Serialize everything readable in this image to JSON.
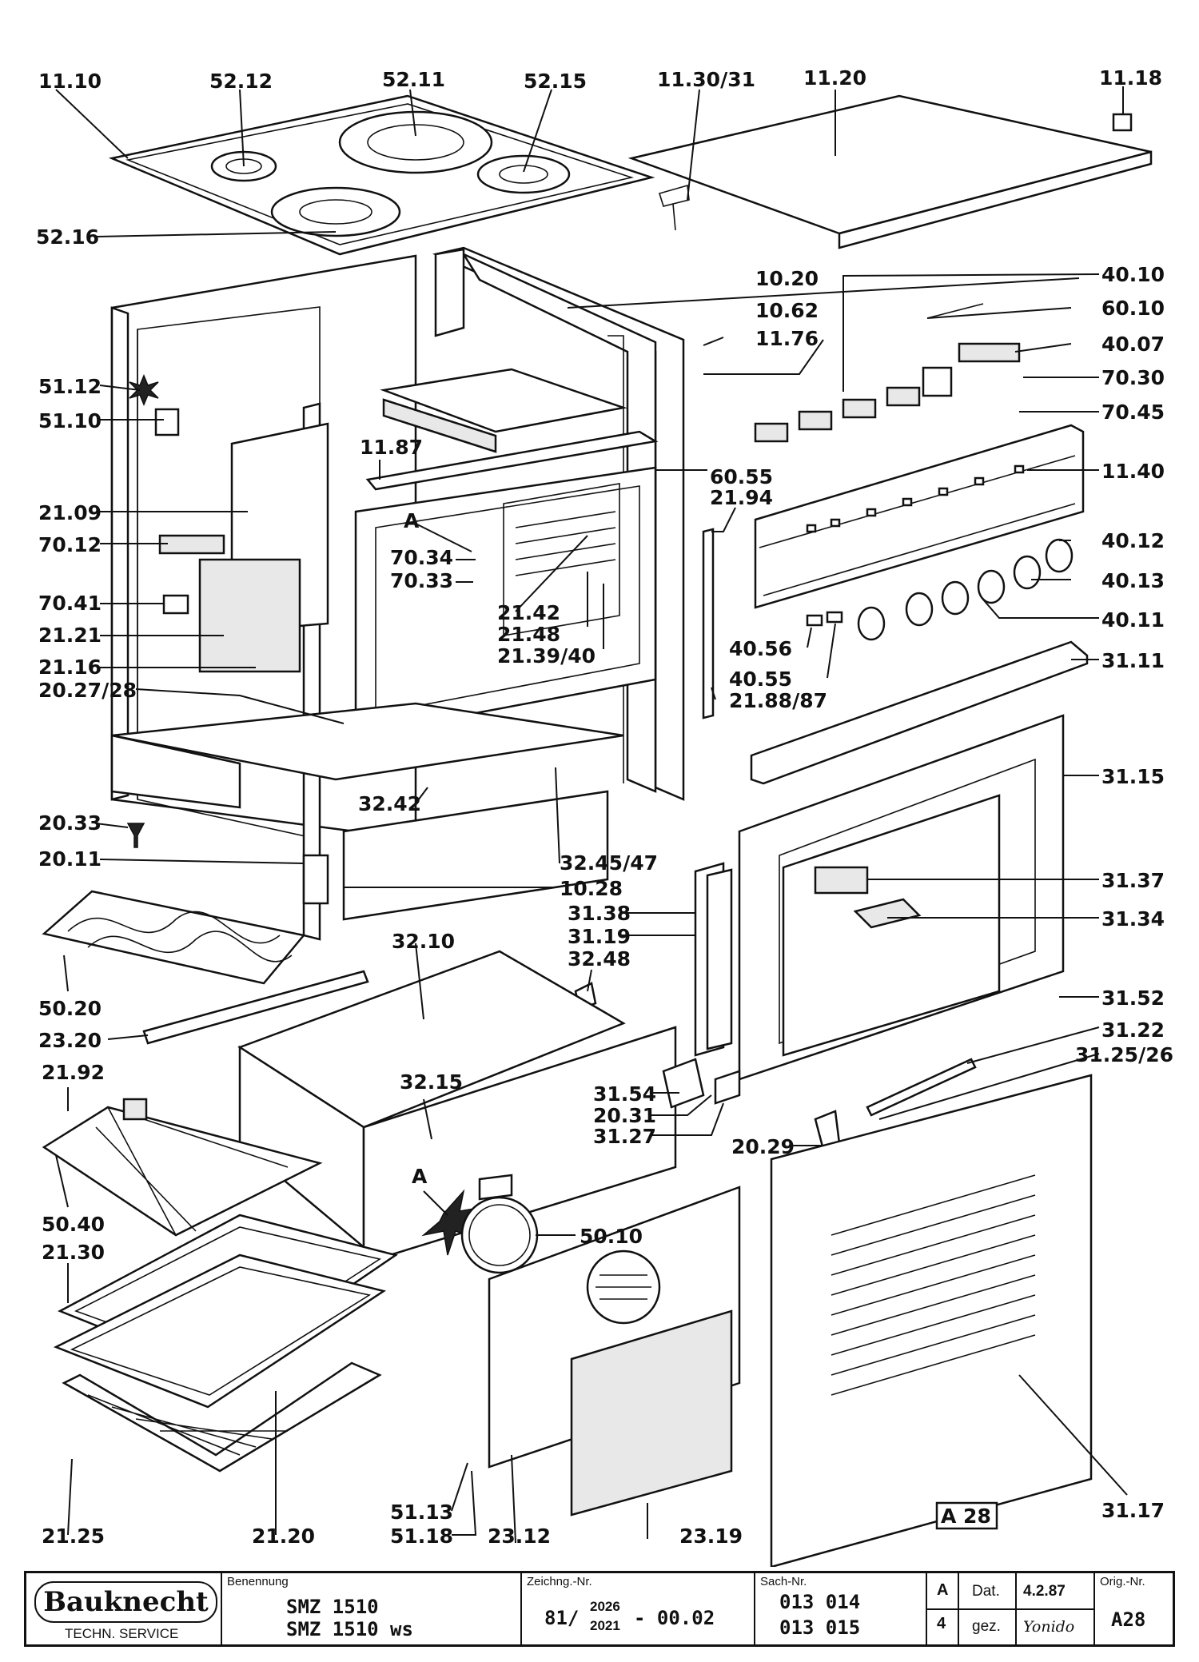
{
  "callouts": [
    {
      "id": "c0",
      "label": "11.10"
    },
    {
      "id": "c1",
      "label": "52.12"
    },
    {
      "id": "c2",
      "label": "52.11"
    },
    {
      "id": "c3",
      "label": "52.15"
    },
    {
      "id": "c4",
      "label": "11.30/31"
    },
    {
      "id": "c5",
      "label": "11.20"
    },
    {
      "id": "c6",
      "label": "11.18"
    },
    {
      "id": "c7",
      "label": "52.16"
    },
    {
      "id": "c8",
      "label": "10.20"
    },
    {
      "id": "c9",
      "label": "40.10"
    },
    {
      "id": "c10",
      "label": "10.62"
    },
    {
      "id": "c11",
      "label": "60.10"
    },
    {
      "id": "c12",
      "label": "11.76"
    },
    {
      "id": "c13",
      "label": "40.07"
    },
    {
      "id": "c14",
      "label": "51.12"
    },
    {
      "id": "c15",
      "label": "70.30"
    },
    {
      "id": "c16",
      "label": "51.10"
    },
    {
      "id": "c17",
      "label": "70.45"
    },
    {
      "id": "c18",
      "label": "11.87"
    },
    {
      "id": "c19",
      "label": "11.40"
    },
    {
      "id": "c20",
      "label": "60.55"
    },
    {
      "id": "c21",
      "label": "21.94"
    },
    {
      "id": "c22",
      "label": "21.09"
    },
    {
      "id": "c23",
      "label": "A"
    },
    {
      "id": "c24",
      "label": "70.12"
    },
    {
      "id": "c25",
      "label": "70.34"
    },
    {
      "id": "c26",
      "label": "40.12"
    },
    {
      "id": "c27",
      "label": "70.33"
    },
    {
      "id": "c28",
      "label": "40.13"
    },
    {
      "id": "c29",
      "label": "70.41"
    },
    {
      "id": "c30",
      "label": "21.42"
    },
    {
      "id": "c31",
      "label": "21.48"
    },
    {
      "id": "c32",
      "label": "40.11"
    },
    {
      "id": "c33",
      "label": "21.21"
    },
    {
      "id": "c34",
      "label": "21.39/40"
    },
    {
      "id": "c35",
      "label": "40.56"
    },
    {
      "id": "c36",
      "label": "21.16"
    },
    {
      "id": "c37",
      "label": "31.11"
    },
    {
      "id": "c38",
      "label": "40.55"
    },
    {
      "id": "c39",
      "label": "20.27/28"
    },
    {
      "id": "c40",
      "label": "21.88/87"
    },
    {
      "id": "c41",
      "label": "31.15"
    },
    {
      "id": "c42",
      "label": "32.42"
    },
    {
      "id": "c43",
      "label": "20.33"
    },
    {
      "id": "c44",
      "label": "32.45/47"
    },
    {
      "id": "c45",
      "label": "20.11"
    },
    {
      "id": "c46",
      "label": "10.28"
    },
    {
      "id": "c47",
      "label": "31.37"
    },
    {
      "id": "c48",
      "label": "31.38"
    },
    {
      "id": "c49",
      "label": "31.34"
    },
    {
      "id": "c50",
      "label": "32.10"
    },
    {
      "id": "c51",
      "label": "31.19"
    },
    {
      "id": "c52",
      "label": "32.48"
    },
    {
      "id": "c53",
      "label": "50.20"
    },
    {
      "id": "c54",
      "label": "31.52"
    },
    {
      "id": "c55",
      "label": "23.20"
    },
    {
      "id": "c56",
      "label": "31.22"
    },
    {
      "id": "c57",
      "label": "31.25/26"
    },
    {
      "id": "c58",
      "label": "21.92"
    },
    {
      "id": "c59",
      "label": "32.15"
    },
    {
      "id": "c60",
      "label": "31.54"
    },
    {
      "id": "c61",
      "label": "20.31"
    },
    {
      "id": "c62",
      "label": "31.27"
    },
    {
      "id": "c63",
      "label": "20.29"
    },
    {
      "id": "c64",
      "label": "A"
    },
    {
      "id": "c65",
      "label": "50.10"
    },
    {
      "id": "c66",
      "label": "50.40"
    },
    {
      "id": "c67",
      "label": "21.30"
    },
    {
      "id": "c68",
      "label": "51.13"
    },
    {
      "id": "c69",
      "label": "51.18"
    },
    {
      "id": "c70",
      "label": "23.12"
    },
    {
      "id": "c71",
      "label": "23.19"
    },
    {
      "id": "c72",
      "label": "A 28"
    },
    {
      "id": "c73",
      "label": "31.17"
    },
    {
      "id": "c74",
      "label": "21.25"
    },
    {
      "id": "c75",
      "label": "21.20"
    }
  ],
  "title_block": {
    "logo_text": "Bauknecht",
    "logo_sub": "TECHN. SERVICE",
    "benennung_caption": "Benennung",
    "model_1": "SMZ  1510",
    "model_2": "SMZ  1510 ws",
    "zeichng_caption": "Zeichng.-Nr.",
    "zeichng_prefix": "81/",
    "zeichng_top": "2026",
    "zeichng_bottom": "2021",
    "zeichng_suffix": "- 00.02",
    "sach_caption": "Sach-Nr.",
    "sach_1": "013 014",
    "sach_2": "013 015",
    "rev_1": "A",
    "rev_2": "4",
    "dat_label": "Dat.",
    "dat_value": "4.2.87",
    "gez_label": "gez.",
    "gez_value": "Yonido",
    "orig_caption": "Orig.-Nr.",
    "orig_value": "A28"
  }
}
